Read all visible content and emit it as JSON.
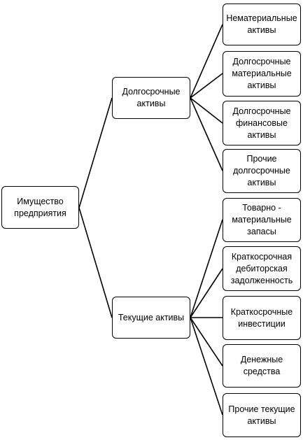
{
  "root": {
    "label": "Имущество\nпредприятия"
  },
  "groups": [
    {
      "label": "Долгосрочные\nактивы",
      "children": [
        "Нематериальные\nактивы",
        "Долгосрочные\nматериальные\nактивы",
        "Долгосрочные\nфинансовые\nактивы",
        "Прочие\nдолгосрочные\nактивы"
      ]
    },
    {
      "label": "Текущие активы",
      "children": [
        "Товарно -\nматериальные\nзапасы",
        "Краткосрочная\nдебиторская\nзадолженность",
        "Краткосрочные\nинвестиции",
        "Денежные\nсредства",
        "Прочие текущие\nактивы"
      ]
    }
  ],
  "colors": {
    "stroke": "#000000",
    "fill": "#ffffff",
    "text": "#000000"
  }
}
